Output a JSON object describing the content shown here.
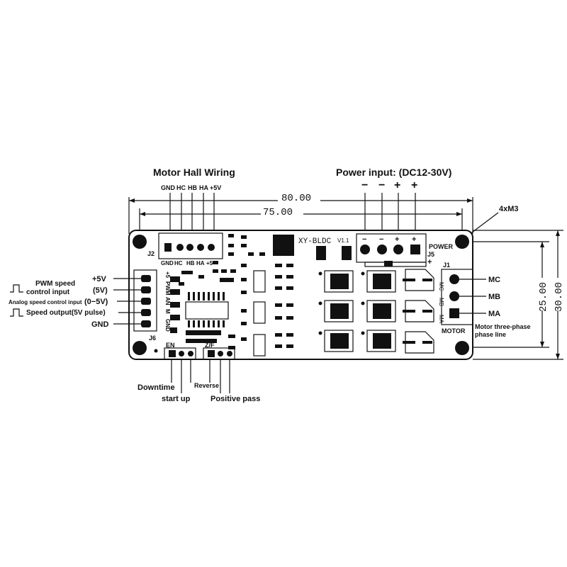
{
  "hall": {
    "title": "Motor Hall Wiring",
    "pins": [
      "GND",
      "HC",
      "HB",
      "HA",
      "+5V"
    ],
    "board_pins": [
      "GND",
      "HC",
      "HB",
      "HA",
      "+5"
    ],
    "connector": "J2"
  },
  "power": {
    "title": "Power input: (DC12-30V)",
    "pins": [
      "−",
      "−",
      "+",
      "+"
    ],
    "connector": "J5",
    "board_label": "POWER",
    "board_signs": [
      "−",
      "−",
      "+",
      "+"
    ]
  },
  "board": {
    "name": "XY-BLDC",
    "version": "V1.1"
  },
  "dimensions": {
    "width_outer": "80.00",
    "width_inner": "75.00",
    "height_inner": "25.00",
    "height_outer": "30.00",
    "holes": "4xM3"
  },
  "control": {
    "connector": "J6",
    "board_pins": [
      "+5",
      "PWM",
      "AN",
      "M",
      "GND"
    ],
    "pins": [
      "+5V",
      "(5V)",
      "(0−5V)",
      "",
      "GND"
    ],
    "pwm_label_line1": "PWM speed",
    "pwm_label_line2": "control input",
    "analog_label": "Analog speed control input",
    "speed_output": "Speed output(5V pulse)"
  },
  "motor": {
    "connector": "J1",
    "board_label": "MOTOR",
    "board_pins": [
      "MC",
      "MB",
      "MA"
    ],
    "phases": [
      "MC",
      "MB",
      "MA"
    ],
    "caption_line1": "Motor three-phase",
    "caption_line2": "phase line"
  },
  "bottom": {
    "en_label": "EN",
    "zf_label": "Z/F",
    "downtime": "Downtime",
    "start_up": "start up",
    "reverse": "Reverse",
    "positive_pass": "Positive pass"
  }
}
